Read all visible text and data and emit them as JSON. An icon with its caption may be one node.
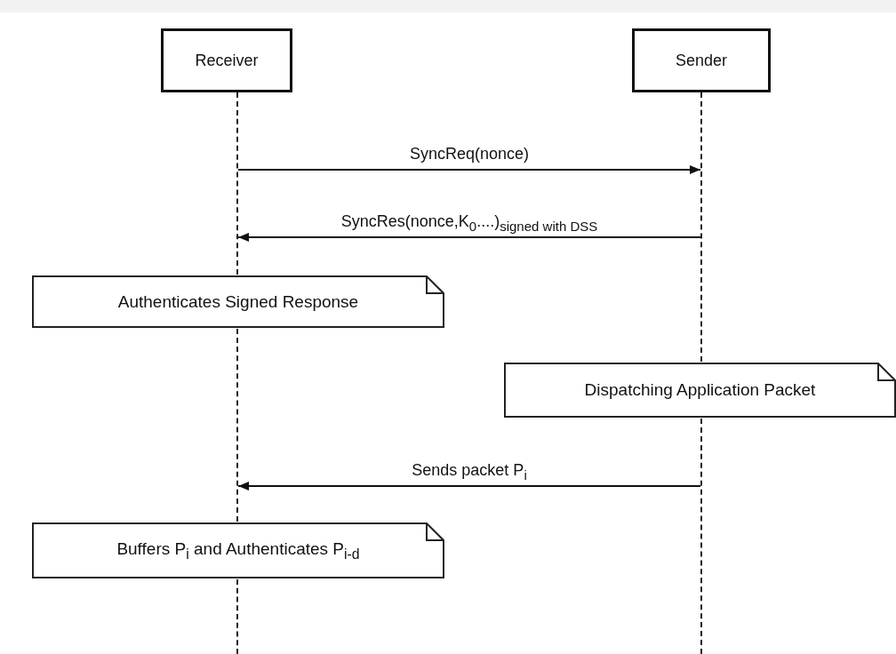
{
  "diagram": {
    "nodes": [
      {
        "text": [
          "Receiver"
        ]
      },
      {
        "text": [
          "Sender"
        ]
      },
      {
        "text": [],
        "shape": "line"
      },
      {
        "text": [],
        "shape": "line"
      },
      {
        "text": [
          "Authenticates Signed Response"
        ]
      },
      {
        "text": [],
        "shape": "line"
      },
      {
        "text": [
          "Dispatching Application Packet"
        ]
      },
      {
        "text": [],
        "shape": "line"
      },
      {
        "text": [
          "Buffers P$_{i}$ and Authenticates P$_{i-d}$"
        ]
      },
      {
        "text": [],
        "shape": "line"
      }
    ],
    "edges": [
      {
        "from": 2,
        "to": 3,
        "arrow": "to",
        "label": "SyncReq(nonce)"
      },
      {
        "from": 3,
        "to": 2,
        "arrow": "to",
        "label": "SyncRes(nonce,K$_{0}$....)$_{signed with DSS}$"
      },
      {
        "from": 7,
        "to": 5,
        "arrow": "to",
        "label": "Sends packet P$_{i}$"
      }
    ]
  }
}
